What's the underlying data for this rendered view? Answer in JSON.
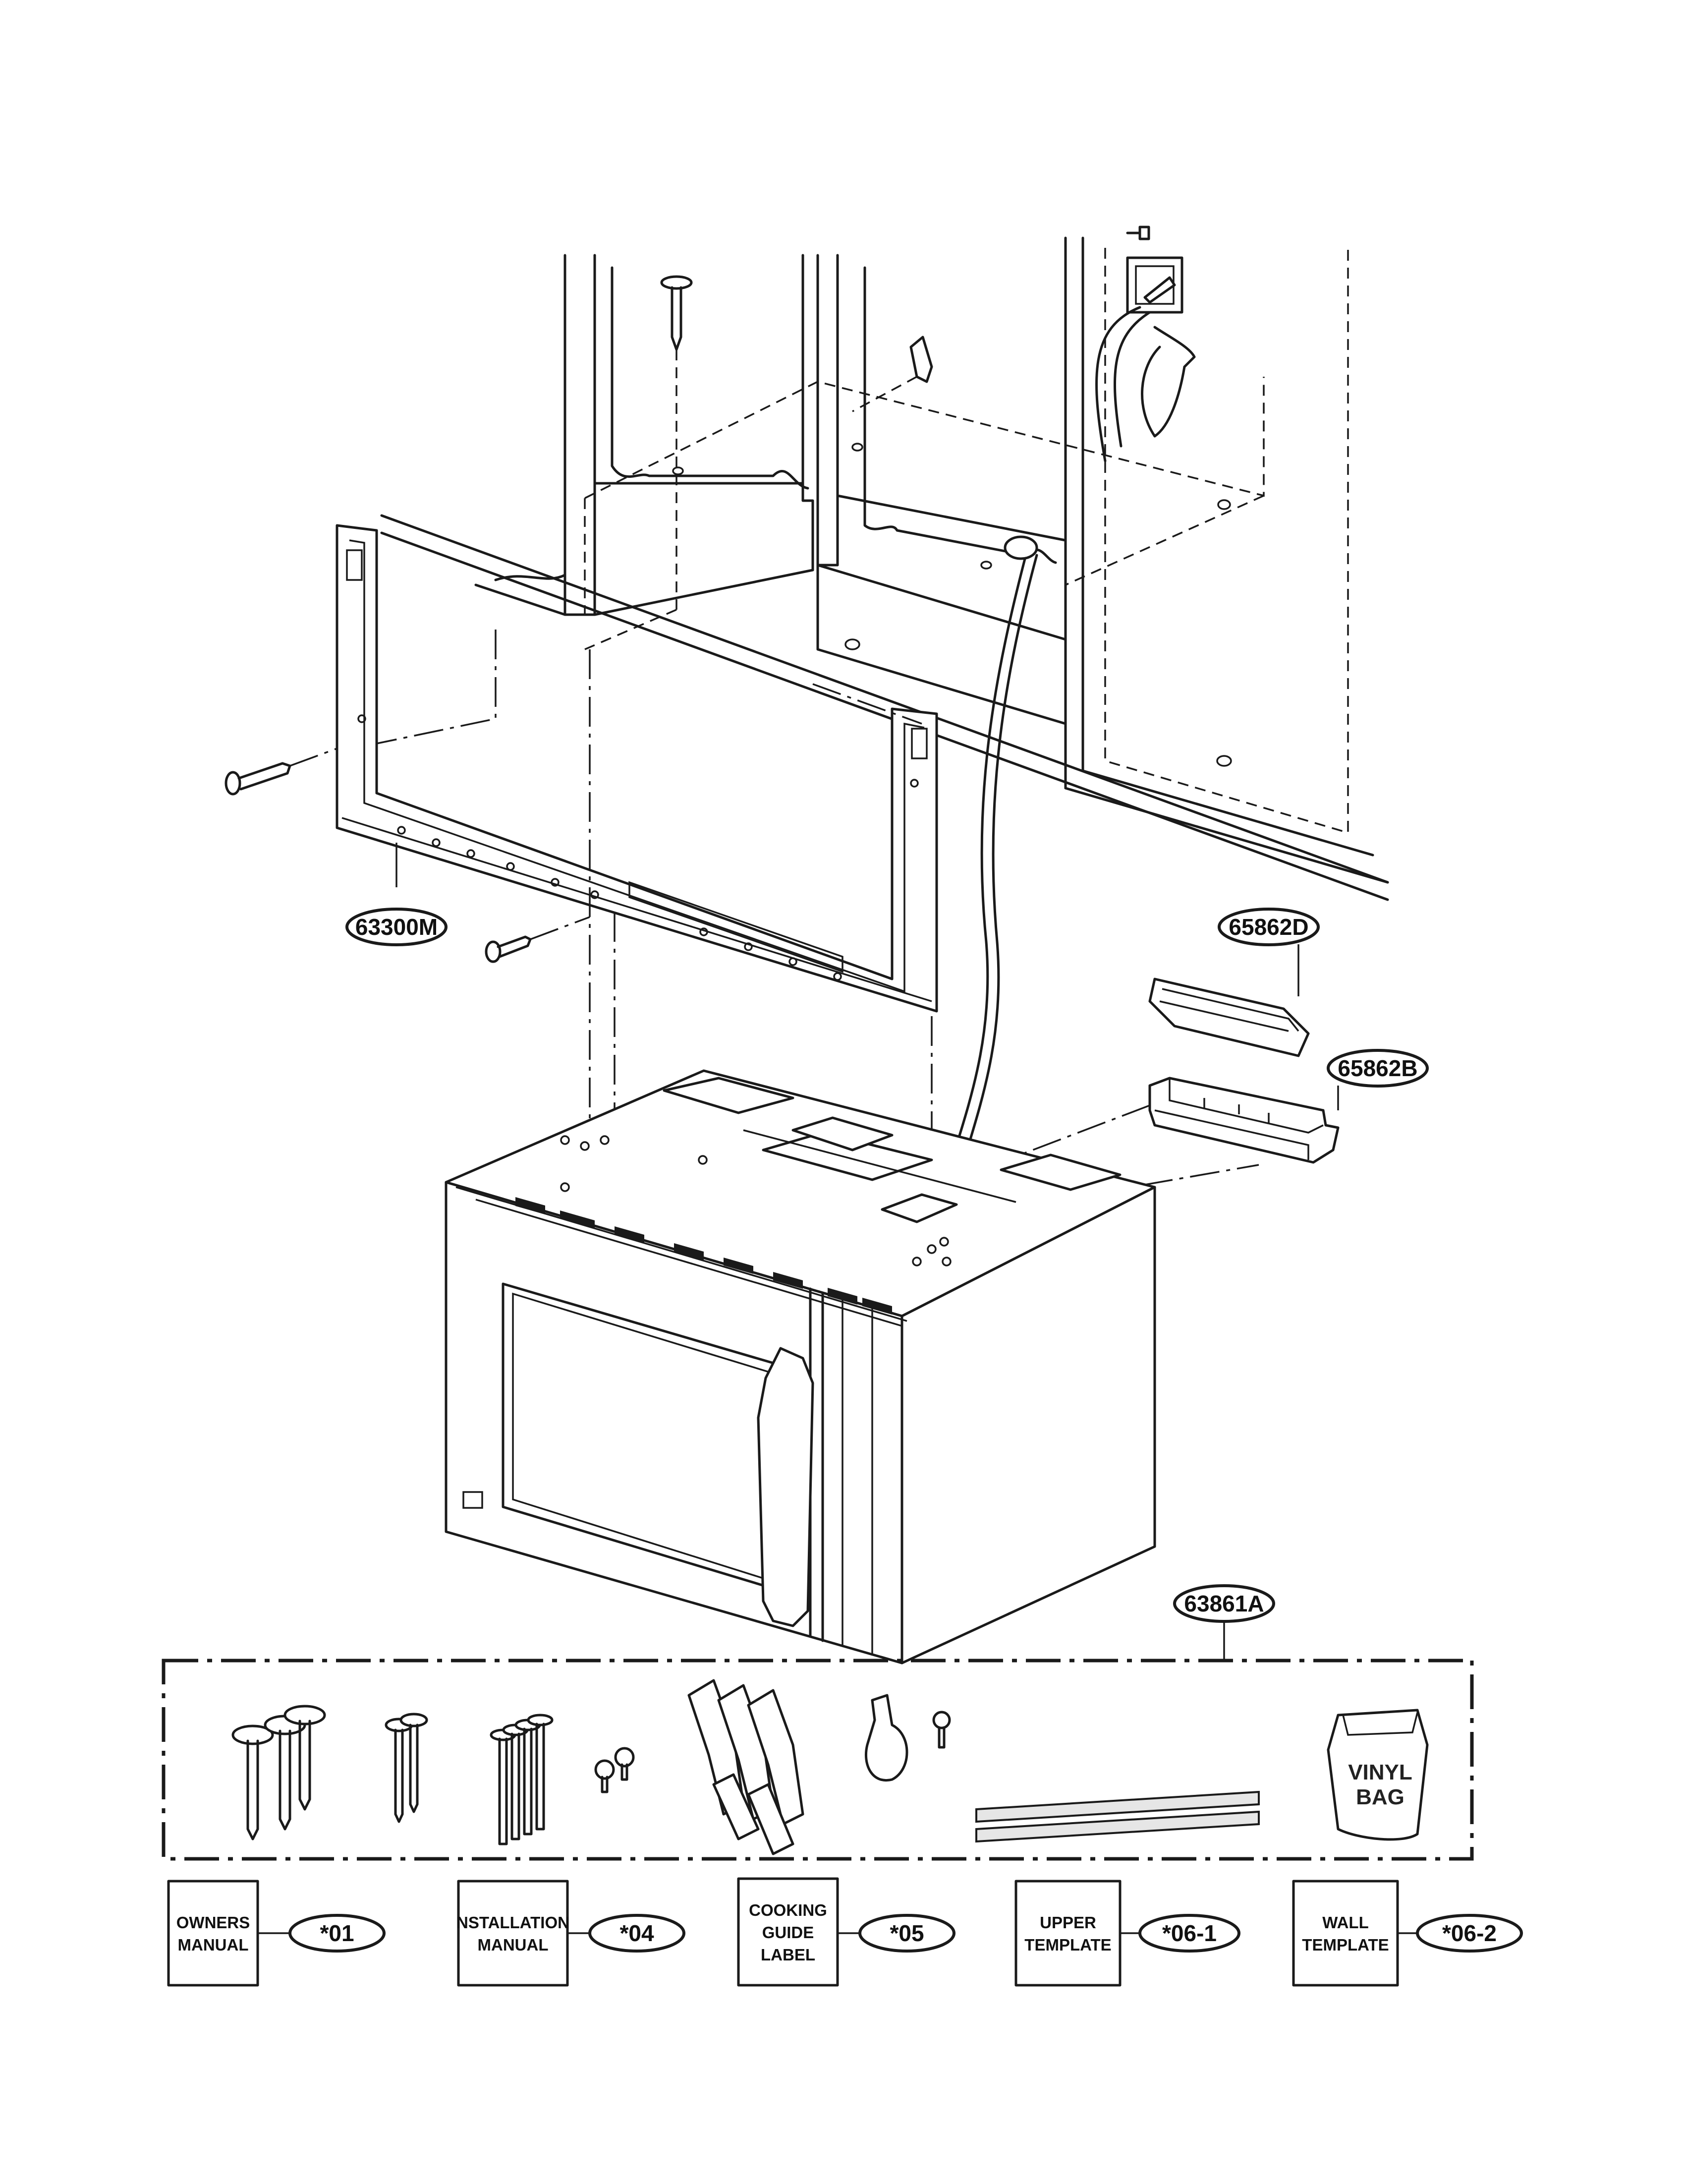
{
  "part_labels": {
    "mounting_plate": "63300M",
    "filter_cover": "65862D",
    "filter_housing": "65862B",
    "hardware_kit": "63861A"
  },
  "vinyl_bag": {
    "line1": "VINYL",
    "line2": "BAG"
  },
  "documents": [
    {
      "line1": "OWNERS",
      "line2": "MANUAL",
      "line3": "",
      "code": "*01"
    },
    {
      "line1": "NSTALLATION",
      "line2": "MANUAL",
      "line3": "",
      "code": "*04"
    },
    {
      "line1": "COOKING",
      "line2": "GUIDE",
      "line3": "LABEL",
      "code": "*05"
    },
    {
      "line1": "UPPER",
      "line2": "TEMPLATE",
      "line3": "",
      "code": "*06-1"
    },
    {
      "line1": "WALL",
      "line2": "TEMPLATE",
      "line3": "",
      "code": "*06-2"
    }
  ]
}
